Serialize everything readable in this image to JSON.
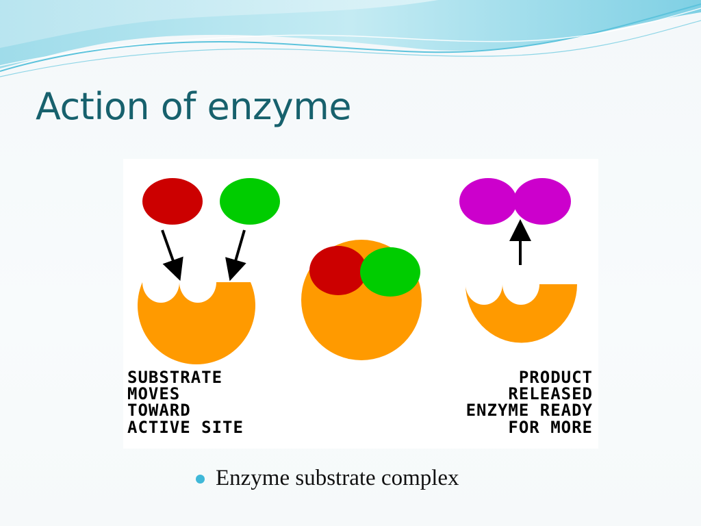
{
  "slide": {
    "title": "Action of enzyme"
  },
  "diagram": {
    "left_caption": [
      "SUBSTRATE",
      "MOVES",
      "TOWARD",
      "ACTIVE SITE"
    ],
    "right_caption": [
      "PRODUCT",
      "RELEASED",
      "ENZYME READY",
      "FOR MORE"
    ],
    "colors": {
      "enzyme": "#ff9a00",
      "substrate_a": "#cc0000",
      "substrate_b": "#00cc00",
      "product": "#cc00cc",
      "arrow": "#000000",
      "header_wave": "#5cc3dc"
    }
  },
  "bullets": [
    {
      "text": "Enzyme substrate complex",
      "bullet_color": "#3fb8d8"
    }
  ]
}
